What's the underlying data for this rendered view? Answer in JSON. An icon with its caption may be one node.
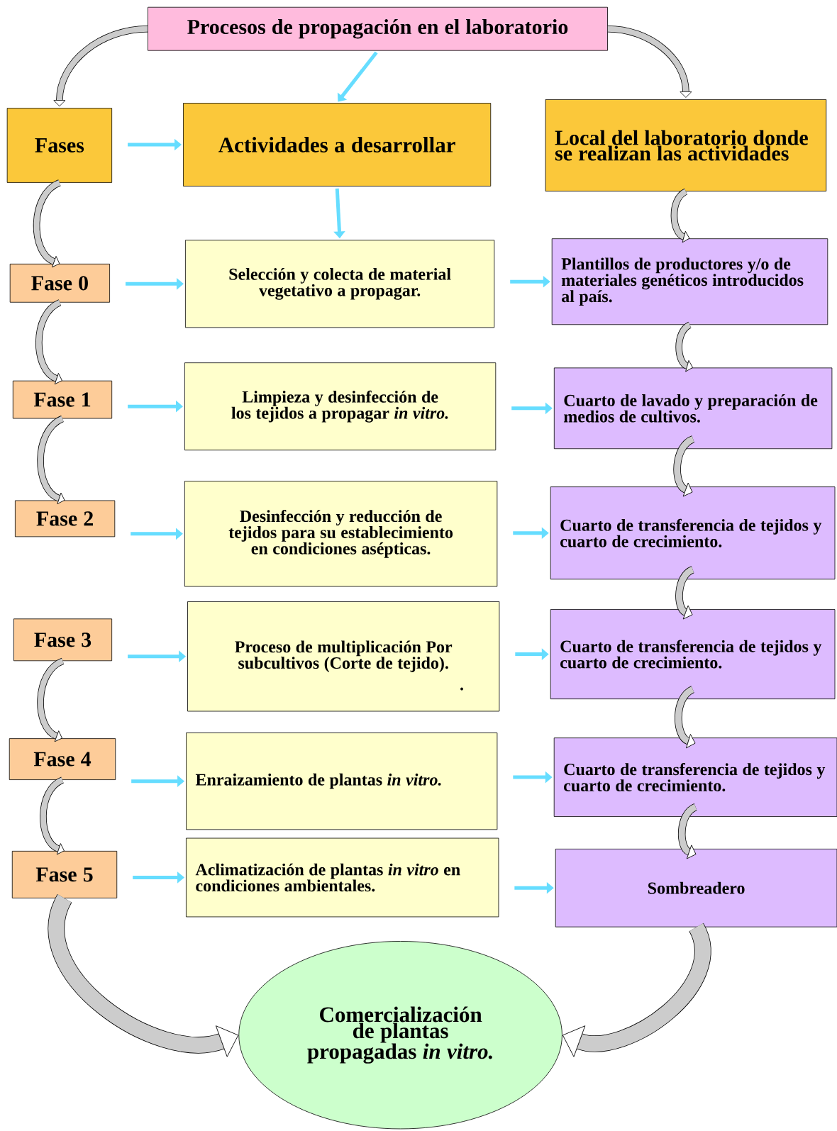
{
  "diagram": {
    "nodes": [
      {
        "text": [
          "Procesos de propagación en el laboratorio"
        ]
      },
      {
        "text": [
          "Fases"
        ]
      },
      {
        "text": [
          "Actividades a desarrollar"
        ]
      },
      {
        "text": [
          "Local del laboratorio donde se realizan las actividades"
        ]
      },
      {
        "text": [
          "Fase 0"
        ]
      },
      {
        "text": [
          "Selección y colecta de material vegetativo a propagar."
        ]
      },
      {
        "text": [
          "Plantillos de productores y/o de materiales genéticos introducidos al país."
        ]
      },
      {
        "text": [
          "Fase 1"
        ]
      },
      {
        "text": [
          "Limpieza y desinfección de los tejidos a propagar *in vitro.*"
        ]
      },
      {
        "text": [
          "Cuarto de lavado y preparación de medios de cultivos."
        ]
      },
      {
        "text": [
          "Fase 2"
        ]
      },
      {
        "text": [
          "Desinfección y reducción de tejidos para su establecimiento en condiciones asépticas."
        ]
      },
      {
        "text": [
          "Cuarto de transferencia de tejidos y cuarto de crecimiento."
        ]
      },
      {
        "text": [
          "Fase 3"
        ]
      },
      {
        "text": [
          "Proceso de multiplicación Por subcultivos (Corte de tejido)."
        ]
      },
      {
        "text": [
          "Cuarto de transferencia de tejidos y cuarto de crecimiento."
        ]
      },
      {
        "text": [
          "Fase 4"
        ]
      },
      {
        "text": [
          "Enraizamiento de plantas *in vitro.*"
        ]
      },
      {
        "text": [
          "Cuarto de transferencia de tejidos y cuarto de crecimiento."
        ]
      },
      {
        "text": [
          "Fase 5"
        ]
      },
      {
        "text": [
          "Aclimatización de plantas *in vitro* en condiciones ambientales."
        ]
      },
      {
        "text": [
          "Sombreadero"
        ]
      },
      {
        "text": [
          "Comercialización de plantas propagadas *in vitro.*"
        ]
      }
    ],
    "edges": [
      {
        "from": 0,
        "to": 2,
        "arrow": "to"
      },
      {
        "from": 1,
        "to": 2,
        "arrow": "to"
      },
      {
        "from": 2,
        "to": 5,
        "arrow": "to"
      },
      {
        "from": 4,
        "to": 5,
        "arrow": "to"
      },
      {
        "from": 5,
        "to": 6,
        "arrow": "to"
      },
      {
        "from": 7,
        "to": 8,
        "arrow": "to"
      },
      {
        "from": 8,
        "to": 9,
        "arrow": "to"
      },
      {
        "from": 10,
        "to": 11,
        "arrow": "to"
      },
      {
        "from": 11,
        "to": 12,
        "arrow": "to"
      },
      {
        "from": 13,
        "to": 14,
        "arrow": "to"
      },
      {
        "from": 14,
        "to": 15,
        "arrow": "to"
      },
      {
        "from": 16,
        "to": 17,
        "arrow": "to"
      },
      {
        "from": 17,
        "to": 18,
        "arrow": "to"
      },
      {
        "from": 19,
        "to": 20,
        "arrow": "to"
      },
      {
        "from": 20,
        "to": 21,
        "arrow": "to"
      },
      {
        "from": 0,
        "to": 1,
        "arrow": "to",
        "style": "thick",
        "color": "#000000"
      },
      {
        "from": 0,
        "to": 3,
        "arrow": "to",
        "style": "thick",
        "color": "#000000"
      },
      {
        "from": 1,
        "to": 4,
        "arrow": "to",
        "style": "thick",
        "color": "#000000"
      },
      {
        "from": 4,
        "to": 7,
        "arrow": "to",
        "style": "thick",
        "color": "#000000"
      },
      {
        "from": 7,
        "to": 10,
        "arrow": "to",
        "style": "thick",
        "color": "#000000"
      },
      {
        "from": 13,
        "to": 16,
        "arrow": "to",
        "style": "thick",
        "color": "#000000"
      },
      {
        "from": 16,
        "to": 19,
        "arrow": "to",
        "style": "thick",
        "color": "#000000"
      },
      {
        "from": 3,
        "to": 6,
        "arrow": "to",
        "style": "thick",
        "color": "#000000"
      },
      {
        "from": 6,
        "to": 9,
        "arrow": "to",
        "style": "thick",
        "color": "#000000"
      },
      {
        "from": 9,
        "to": 12,
        "arrow": "to",
        "style": "thick",
        "color": "#000000"
      },
      {
        "from": 12,
        "to": 15,
        "arrow": "to",
        "style": "thick",
        "color": "#000000"
      },
      {
        "from": 15,
        "to": 18,
        "arrow": "to",
        "style": "thick",
        "color": "#000000"
      },
      {
        "from": 18,
        "to": 21,
        "arrow": "to",
        "style": "thick",
        "color": "#000000"
      },
      {
        "from": 19,
        "to": 22,
        "arrow": "to",
        "style": "thick",
        "color": "#000000"
      },
      {
        "from": 21,
        "to": 22,
        "arrow": "to",
        "style": "thick",
        "color": "#000000"
      }
    ],
    "labels": [
      "."
    ]
  }
}
